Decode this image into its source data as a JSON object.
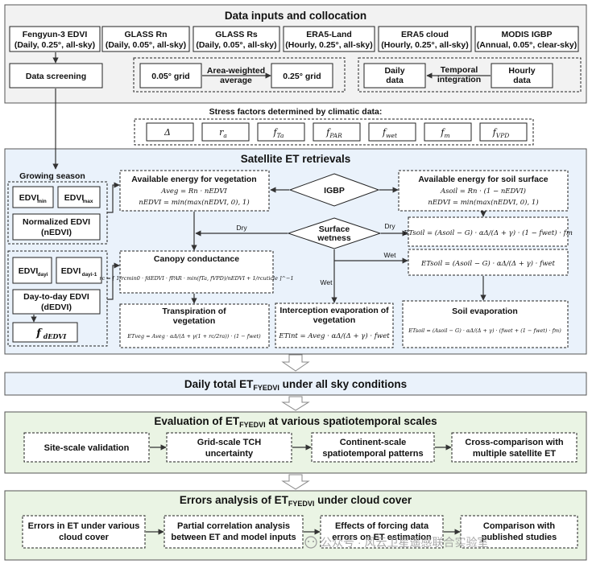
{
  "sections": {
    "inputs_title": "Data inputs and collocation",
    "retrieval_title": "Satellite ET retrievals",
    "daily_title_pre": "Daily total ET",
    "daily_title_sub": "FYEDVI",
    "daily_title_post": " under all sky conditions",
    "eval_title_pre": "Evaluation of ET",
    "eval_title_sub": "FYEDVI",
    "eval_title_post": " at various spatiotemporal scales",
    "errors_title_pre": "Errors analysis of ET",
    "errors_title_sub": "FYEDVI",
    "errors_title_post": " under cloud cover"
  },
  "inputs": [
    {
      "name": "Fengyun-3 EDVI",
      "detail": "(Daily, 0.25°, all-sky)"
    },
    {
      "name": "GLASS Rn",
      "detail": "(Daily, 0.05°, all-sky)"
    },
    {
      "name": "GLASS Rs",
      "detail": "(Daily, 0.05°, all-sky)"
    },
    {
      "name": "ERA5-Land",
      "detail": "(Hourly, 0.25°, all-sky)"
    },
    {
      "name": "ERA5 cloud",
      "detail": "(Hourly, 0.25°, all-sky)"
    },
    {
      "name": "MODIS IGBP",
      "detail": "(Annual, 0.05°, clear-sky)"
    }
  ],
  "collocation": {
    "screening": "Data screening",
    "grid_fine": "0.05° grid",
    "area_weight_1": "Area-weighted",
    "area_weight_2": "average",
    "grid_coarse": "0.25° grid",
    "daily_1": "Daily",
    "daily_2": "data",
    "temporal_1": "Temporal",
    "temporal_2": "integration",
    "hourly_1": "Hourly",
    "hourly_2": "data"
  },
  "stress": {
    "title": "Stress factors determined by climatic data:",
    "factors": [
      "Δ",
      "r",
      "f",
      "f",
      "f",
      "f",
      "f"
    ],
    "subs": [
      "",
      "a",
      "Ta",
      "PAR",
      "wet",
      "m",
      "VPD"
    ]
  },
  "retrieval": {
    "growing_season": "Growing season",
    "edvi_min": "EDVI",
    "edvi_min_sub": "min",
    "edvi_max": "EDVI",
    "edvi_max_sub": "max",
    "nedvi_1": "Normalized EDVI",
    "nedvi_2": "(nEDVI)",
    "edvi_dayi": "EDVI",
    "edvi_dayi_sub": "dayi",
    "edvi_dayi1": "EDVI",
    "edvi_dayi1_sub": "dayi-1",
    "dedvi_1": "Day-to-day EDVI",
    "dedvi_2": "(dEDVI)",
    "f_dedvi": "f",
    "f_dedvi_sub": "dEDVI",
    "veg_energy_title": "Available energy for vegetation",
    "veg_energy_eq1": "Aveg = Rn · nEDVI",
    "veg_energy_eq2": "nEDVI = min(max(nEDVI, 0), 1)",
    "igbp": "IGBP",
    "soil_energy_title": "Available energy for soil surface",
    "soil_energy_eq1": "Asoil = Rn · (1 − nEDVI)",
    "soil_energy_eq2": "nEDVI = min(max(nEDVI, 0), 1)",
    "surface_1": "Surface",
    "surface_2": "wetness",
    "dry": "Dry",
    "wet": "Wet",
    "soil_dry_eq": "ETsoil = (Asoil − G) · αΔ/(Δ + γ) · (1 − fwet) · fm",
    "soil_wet_eq": "ETsoil = (Asoil − G) · αΔ/(Δ + γ) · fwet",
    "canopy_title": "Canopy conductance",
    "canopy_eq": "rc = [ 1/rcmin0 · fdEDVI · fPAR · min(fTa, fVPD)/nEDVI + 1/rcuticle ]^−1",
    "transp_title_1": "Transpiration of",
    "transp_title_2": "vegetation",
    "transp_eq": "ETveg = Aveg · αΔ/(Δ + γ(1 + rc/2ra)) · (1 − fwet)",
    "intercept_title_1": "Interception evaporation of",
    "intercept_title_2": "vegetation",
    "intercept_eq": "ETint = Aveg · αΔ/(Δ + γ) · fwet",
    "soil_evap_title": "Soil evaporation",
    "soil_evap_eq": "ETsoil = (Asoil − G) · αΔ/(Δ + γ) · (fwet + (1 − fwet) · fm)"
  },
  "evaluation": [
    "Site-scale validation",
    "Grid-scale TCH|uncertainty",
    "Continent-scale|spatiotemporal patterns",
    "Cross-comparison with|multiple satellite ET"
  ],
  "errors": [
    "Errors in ET under various|cloud cover",
    "Partial correlation analysis|between ET and model inputs",
    "Effects of forcing data|errors on ET estimation",
    "Comparison with|published studies"
  ],
  "watermark": "公众号 · 风云卫星遥感联合实验室"
}
